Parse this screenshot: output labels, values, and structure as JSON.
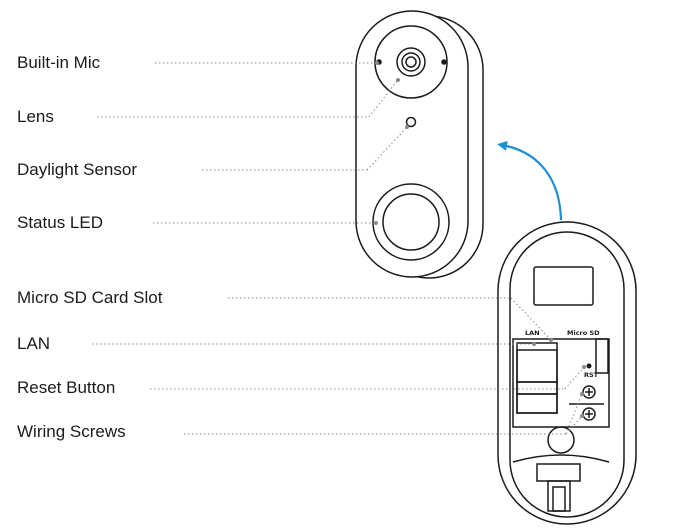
{
  "labels": {
    "mic": "Built-in Mic",
    "lens": "Lens",
    "daylight": "Daylight Sensor",
    "status_led": "Status LED",
    "sd_slot": "Micro SD Card Slot",
    "lan": "LAN",
    "reset": "Reset Button",
    "wiring": "Wiring Screws"
  },
  "board": {
    "lan": "LAN",
    "micro_sd": "Micro SD",
    "rst": "RST"
  },
  "colors": {
    "arrow": "#1e8fd0",
    "line": "#1b1b1b",
    "leader": "#888888"
  }
}
